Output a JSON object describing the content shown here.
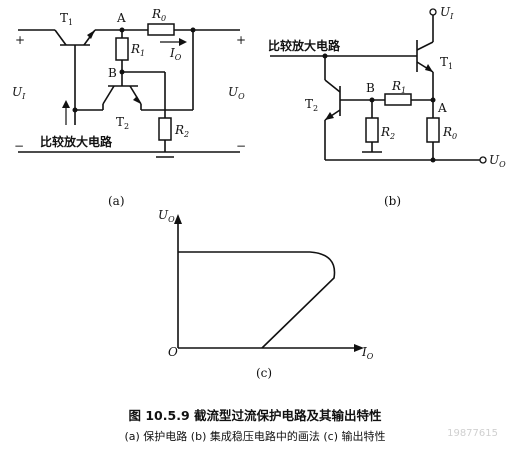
{
  "circuit_a": {
    "t1": "T",
    "t1_sub": "1",
    "node_a": "A",
    "node_b": "B",
    "r0": "R",
    "r0_sub": "0",
    "r1": "R",
    "r1_sub": "1",
    "r2": "R",
    "r2_sub": "2",
    "t2": "T",
    "t2_sub": "2",
    "io": "I",
    "io_sub": "O",
    "ui": "U",
    "ui_sub": "I",
    "uo": "U",
    "uo_sub": "O",
    "plus": "+",
    "minus": "−",
    "amp": "比较放大电路",
    "panel": "(a)"
  },
  "circuit_b": {
    "ui": "U",
    "ui_sub": "I",
    "amp": "比较放大电路",
    "t1": "T",
    "t1_sub": "1",
    "t2": "T",
    "t2_sub": "2",
    "node_a": "A",
    "node_b": "B",
    "r1": "R",
    "r1_sub": "1",
    "r2": "R",
    "r2_sub": "2",
    "r0": "R",
    "r0_sub": "0",
    "uo": "U",
    "uo_sub": "O",
    "panel": "(b)"
  },
  "graph_c": {
    "y_label": "U",
    "y_sub": "O",
    "x_label": "I",
    "x_sub": "O",
    "origin": "O",
    "panel": "(c)"
  },
  "caption": {
    "title": "图 10.5.9   截流型过流保护电路及其输出特性",
    "sub": "(a) 保护电路  (b) 集成稳压电路中的画法  (c) 输出特性"
  },
  "watermark": "19877615"
}
